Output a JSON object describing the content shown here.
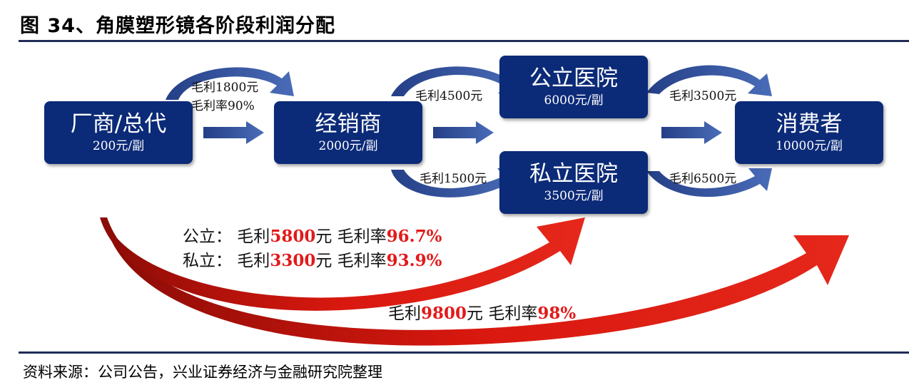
{
  "title": "图 34、角膜塑形镜各阶段利润分配",
  "source": "资料来源：公司公告，兴业证券经济与金融研究院整理",
  "nodes": {
    "manufacturer": {
      "name": "厂商/总代",
      "price": "200元/副"
    },
    "distributor": {
      "name": "经销商",
      "price": "2000元/副"
    },
    "public_hospital": {
      "name": "公立医院",
      "price": "6000元/副"
    },
    "private_hospital": {
      "name": "私立医院",
      "price": "3500元/副"
    },
    "consumer": {
      "name": "消费者",
      "price": "10000元/副"
    }
  },
  "margins": {
    "manufacturer_to_distributor": {
      "line1": "毛利1800元",
      "line2": "毛利率90%"
    },
    "distributor_to_public": "毛利4500元",
    "distributor_to_private": "毛利1500元",
    "public_to_consumer": "毛利3500元",
    "private_to_consumer": "毛利6500元"
  },
  "summary": {
    "public": {
      "prefix": "公立：  毛利",
      "amount": "5800",
      "mid": "元  毛利率",
      "rate": "96.7%"
    },
    "private": {
      "prefix": "私立：  毛利",
      "amount": "3300",
      "mid": "元  毛利率",
      "rate": "93.9%"
    },
    "overall": {
      "prefix": "毛利",
      "amount": "9800",
      "mid": "元  毛利率",
      "rate": "98%"
    }
  },
  "colors": {
    "box": "#0b2a78",
    "arrow_blue": "#3a5ba8",
    "arrow_red": "#d9180f",
    "rule": "#1f2d57"
  }
}
